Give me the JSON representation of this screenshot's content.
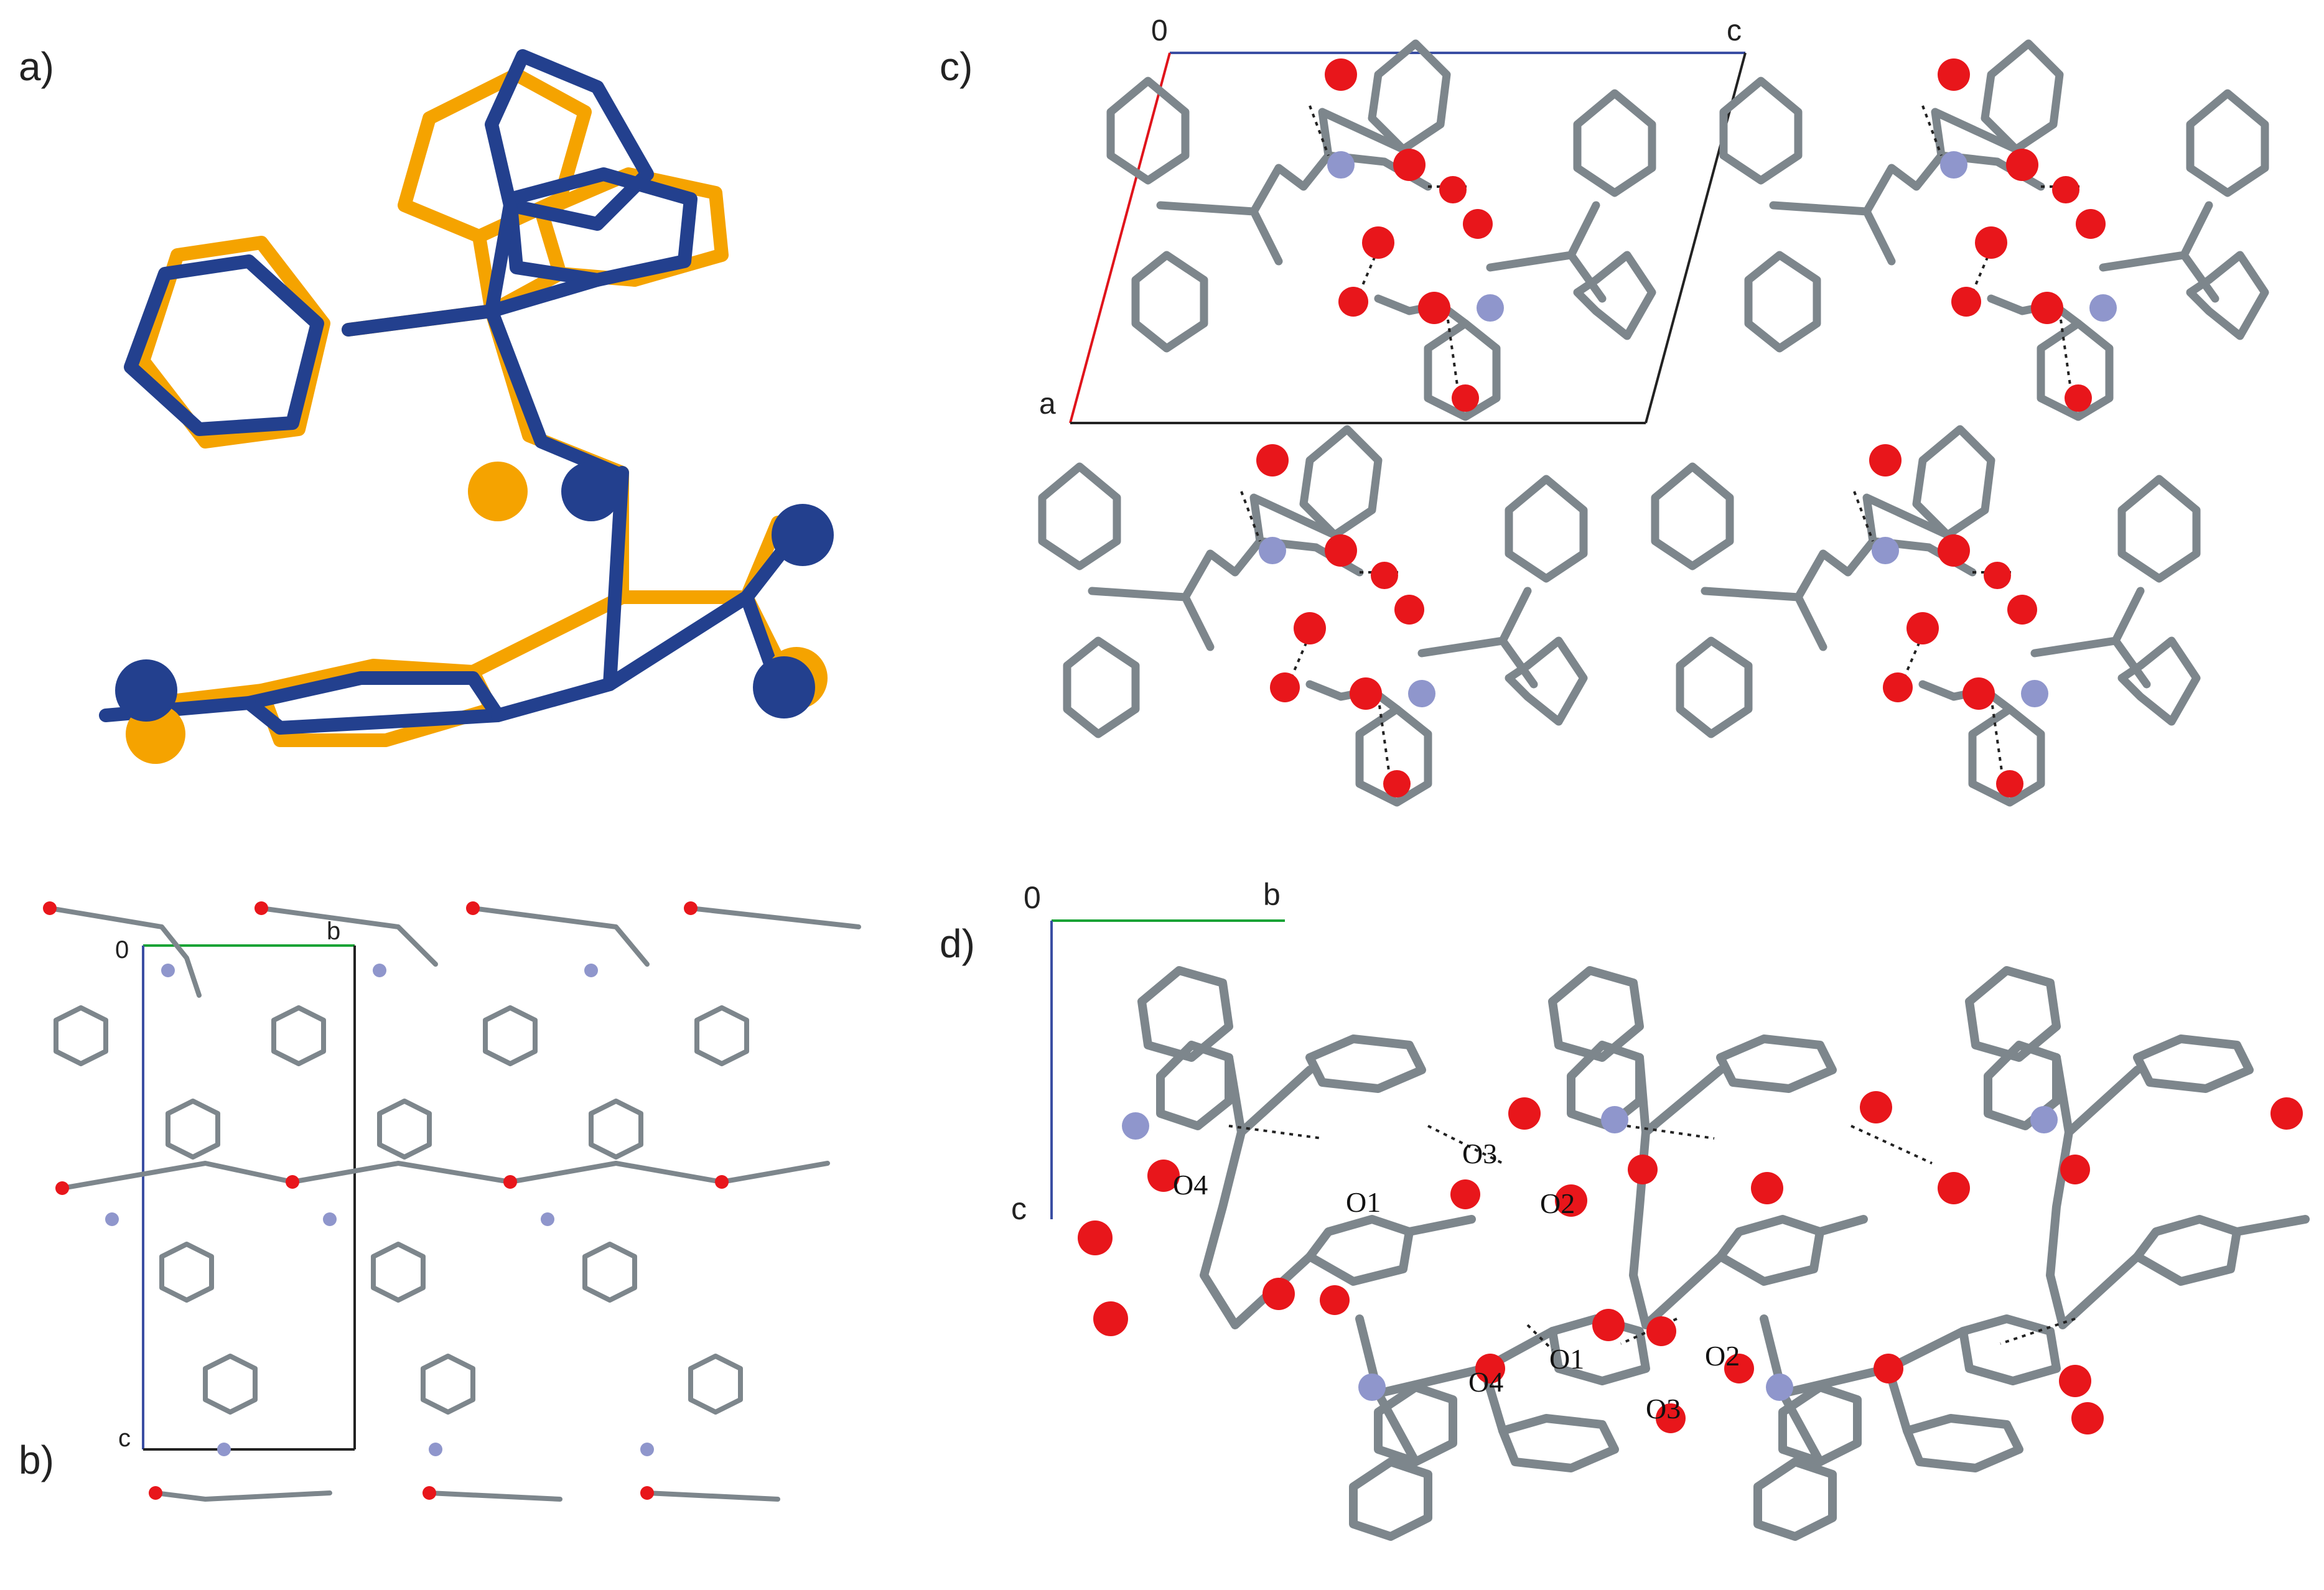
{
  "panels": {
    "a": {
      "label": "a)"
    },
    "b": {
      "label": "b)",
      "axes": {
        "origin": "0",
        "b": "b",
        "c": "c"
      }
    },
    "c": {
      "label": "c)",
      "axes": {
        "origin": "0",
        "c": "c",
        "a": "a"
      }
    },
    "d": {
      "label": "d)",
      "axes": {
        "origin": "0",
        "b": "b",
        "c": "c"
      },
      "atom_labels": [
        "O4",
        "O1",
        "O3",
        "O2",
        "O4",
        "O1",
        "O3",
        "O2"
      ]
    }
  },
  "colors": {
    "molecule_1": "#23408e",
    "molecule_2": "#f5a300",
    "carbon": "#7d868c",
    "oxygen": "#e8161b",
    "nitrogen": "#8f96cc",
    "axis_a": "#e0141b",
    "axis_b": "#1aa336",
    "axis_c": "#3a4ea3"
  }
}
